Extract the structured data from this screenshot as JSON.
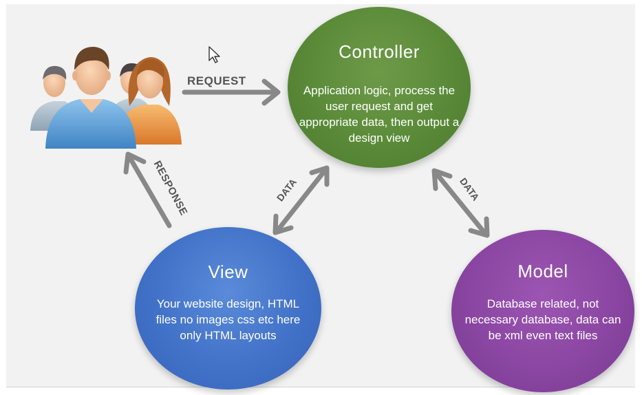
{
  "diagram": {
    "request_label": "REQUEST",
    "response_label": "RESPONSE",
    "data_label_left": "DATA",
    "data_label_right": "DATA"
  },
  "nodes": {
    "controller": {
      "title": "Controller",
      "description": "Application logic, process the user request and get appropriate data, then output a design view",
      "color": "#5a8a38"
    },
    "view": {
      "title": "View",
      "description": "Your website design, HTML files no images css etc here only HTML layouts",
      "color": "#4272c8"
    },
    "model": {
      "title": "Model",
      "description": "Database related, not necessary database, data can be xml even text files",
      "color": "#8a46a2"
    }
  },
  "icons": {
    "users": "users-group-icon",
    "cursor": "mouse-pointer-icon"
  },
  "colors": {
    "arrow": "#888888",
    "background": "#f1f2f1"
  }
}
